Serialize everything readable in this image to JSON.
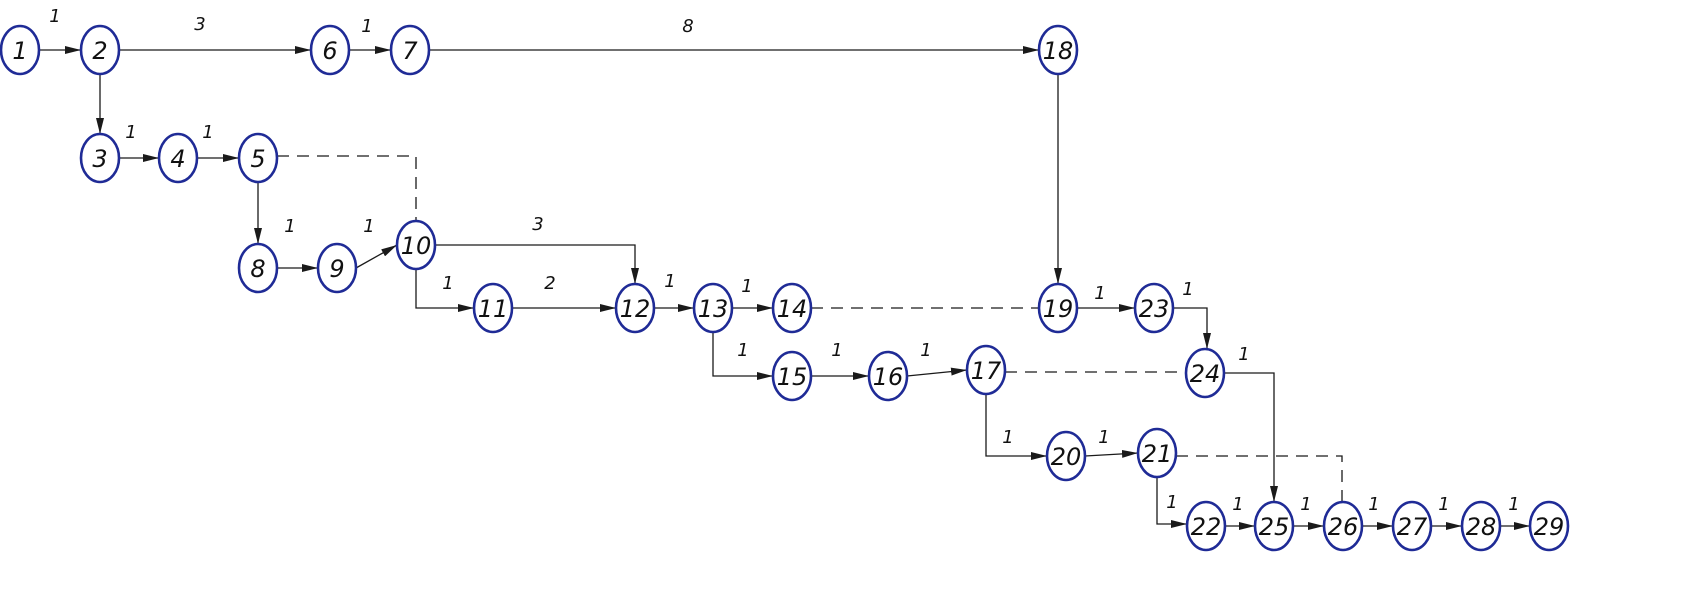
{
  "colors": {
    "node_stroke": "#1f2b96",
    "edge": "#1a1a1a",
    "background": "#ffffff"
  },
  "nodes": [
    {
      "id": "1",
      "label": "1"
    },
    {
      "id": "2",
      "label": "2"
    },
    {
      "id": "3",
      "label": "3"
    },
    {
      "id": "4",
      "label": "4"
    },
    {
      "id": "5",
      "label": "5"
    },
    {
      "id": "6",
      "label": "6"
    },
    {
      "id": "7",
      "label": "7"
    },
    {
      "id": "8",
      "label": "8"
    },
    {
      "id": "9",
      "label": "9"
    },
    {
      "id": "10",
      "label": "10"
    },
    {
      "id": "11",
      "label": "11"
    },
    {
      "id": "12",
      "label": "12"
    },
    {
      "id": "13",
      "label": "13"
    },
    {
      "id": "14",
      "label": "14"
    },
    {
      "id": "15",
      "label": "15"
    },
    {
      "id": "16",
      "label": "16"
    },
    {
      "id": "17",
      "label": "17"
    },
    {
      "id": "18",
      "label": "18"
    },
    {
      "id": "19",
      "label": "19"
    },
    {
      "id": "20",
      "label": "20"
    },
    {
      "id": "21",
      "label": "21"
    },
    {
      "id": "22",
      "label": "22"
    },
    {
      "id": "23",
      "label": "23"
    },
    {
      "id": "24",
      "label": "24"
    },
    {
      "id": "25",
      "label": "25"
    },
    {
      "id": "26",
      "label": "26"
    },
    {
      "id": "27",
      "label": "27"
    },
    {
      "id": "28",
      "label": "28"
    },
    {
      "id": "29",
      "label": "29"
    }
  ],
  "edges": [
    {
      "from": "1",
      "to": "2",
      "label": "1",
      "style": "solid"
    },
    {
      "from": "2",
      "to": "6",
      "label": "3",
      "style": "solid"
    },
    {
      "from": "2",
      "to": "3",
      "label": "",
      "style": "solid"
    },
    {
      "from": "6",
      "to": "7",
      "label": "1",
      "style": "solid"
    },
    {
      "from": "7",
      "to": "18",
      "label": "8",
      "style": "solid"
    },
    {
      "from": "3",
      "to": "4",
      "label": "1",
      "style": "solid"
    },
    {
      "from": "4",
      "to": "5",
      "label": "1",
      "style": "solid"
    },
    {
      "from": "5",
      "to": "10",
      "label": "",
      "style": "dashed"
    },
    {
      "from": "5",
      "to": "8",
      "label": "",
      "style": "solid"
    },
    {
      "from": "8",
      "to": "9",
      "label": "1",
      "style": "solid"
    },
    {
      "from": "9",
      "to": "10",
      "label": "1",
      "style": "solid"
    },
    {
      "from": "10",
      "to": "12",
      "label": "3",
      "style": "solid"
    },
    {
      "from": "10",
      "to": "11",
      "label": "1",
      "style": "solid"
    },
    {
      "from": "11",
      "to": "12",
      "label": "2",
      "style": "solid"
    },
    {
      "from": "12",
      "to": "13",
      "label": "1",
      "style": "solid"
    },
    {
      "from": "13",
      "to": "14",
      "label": "1",
      "style": "solid"
    },
    {
      "from": "14",
      "to": "19",
      "label": "",
      "style": "dashed"
    },
    {
      "from": "18",
      "to": "19",
      "label": "",
      "style": "solid"
    },
    {
      "from": "19",
      "to": "23",
      "label": "1",
      "style": "solid"
    },
    {
      "from": "23",
      "to": "24",
      "label": "1",
      "style": "solid"
    },
    {
      "from": "13",
      "to": "15",
      "label": "1",
      "style": "solid"
    },
    {
      "from": "15",
      "to": "16",
      "label": "1",
      "style": "solid"
    },
    {
      "from": "16",
      "to": "17",
      "label": "1",
      "style": "solid"
    },
    {
      "from": "17",
      "to": "24",
      "label": "",
      "style": "dashed"
    },
    {
      "from": "24",
      "to": "25",
      "label": "1",
      "style": "solid"
    },
    {
      "from": "17",
      "to": "20",
      "label": "1",
      "style": "solid"
    },
    {
      "from": "20",
      "to": "21",
      "label": "1",
      "style": "solid"
    },
    {
      "from": "21",
      "to": "26",
      "label": "",
      "style": "dashed"
    },
    {
      "from": "21",
      "to": "22",
      "label": "1",
      "style": "solid"
    },
    {
      "from": "22",
      "to": "25",
      "label": "1",
      "style": "solid"
    },
    {
      "from": "25",
      "to": "26",
      "label": "1",
      "style": "solid"
    },
    {
      "from": "26",
      "to": "27",
      "label": "1",
      "style": "solid"
    },
    {
      "from": "27",
      "to": "28",
      "label": "1",
      "style": "solid"
    },
    {
      "from": "28",
      "to": "29",
      "label": "1",
      "style": "solid"
    }
  ]
}
